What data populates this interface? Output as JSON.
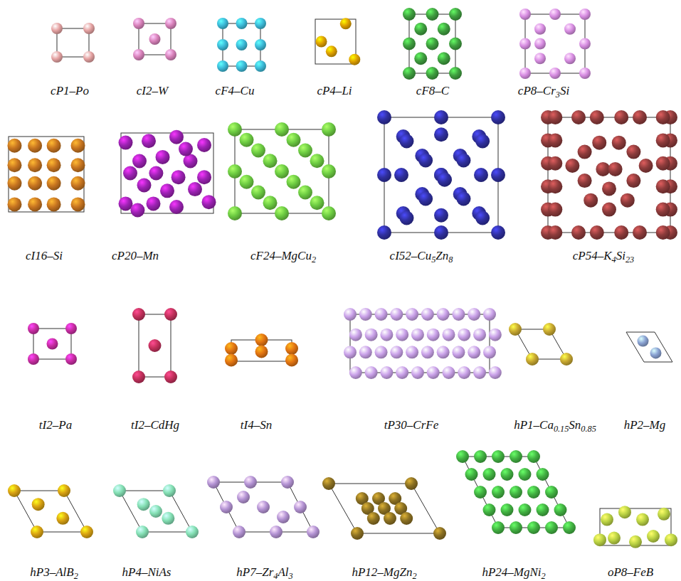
{
  "diagram": {
    "labels": [
      "cP1–Po",
      "cI2–W",
      "cF4–Cu",
      "cP4–Li",
      "cF8–C",
      "cP8–Cr3Si",
      "cI16–Si",
      "cP20–Mn",
      "cF24–MgCu2",
      "cI52–Cu5Zn8",
      "cP54–K4Si23",
      "tI2–Pa",
      "tI2–CdHg",
      "tI4–Sn",
      "tP30–CrFe",
      "hP1–Ca0.15Sn0.85",
      "hP2–Mg",
      "hP3–AlB2",
      "hP4–NiAs",
      "hP7–Zr4Al3",
      "hP12–MgZn2",
      "hP24–MgNi2",
      "oP8–FeB"
    ]
  }
}
